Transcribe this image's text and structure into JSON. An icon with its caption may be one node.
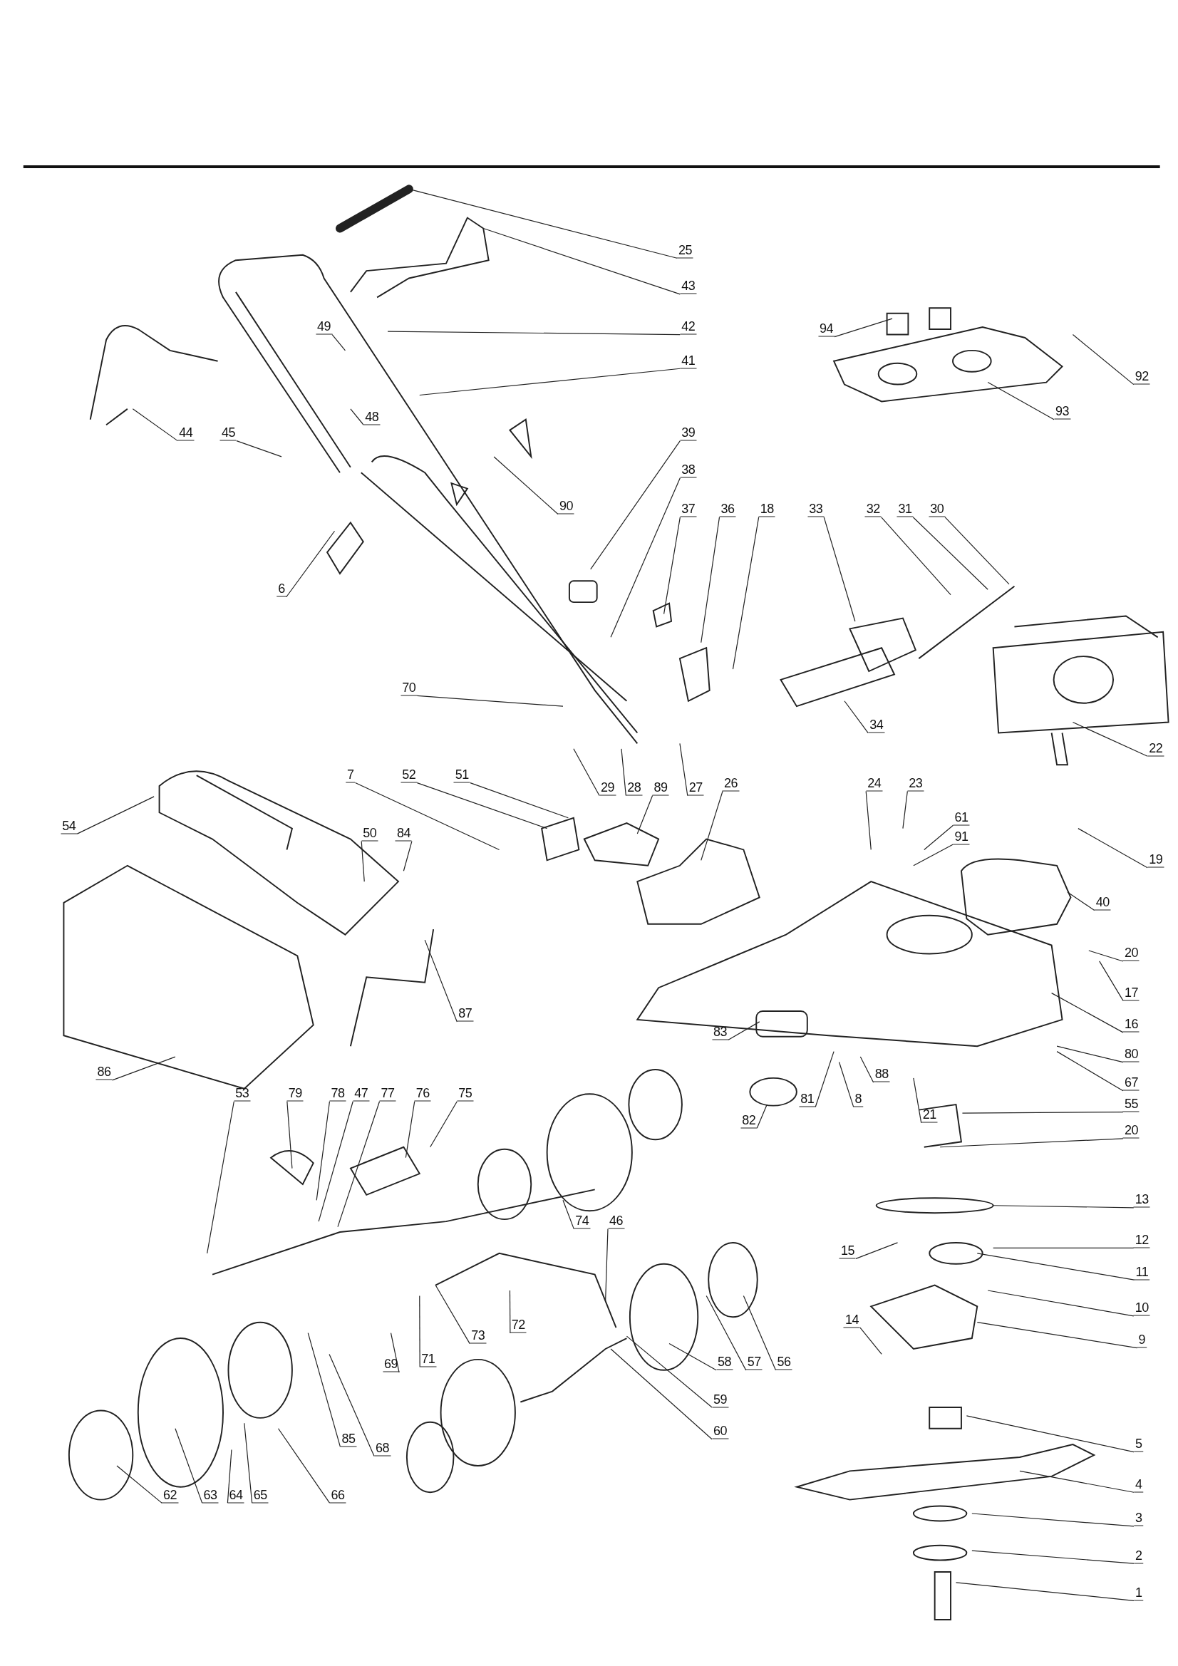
{
  "diagram": {
    "nodes": [
      {
        "text": [
          "25"
        ]
      },
      {
        "text": [
          "43"
        ]
      },
      {
        "text": [
          "94"
        ]
      },
      {
        "text": [
          "42"
        ]
      },
      {
        "text": [
          "49"
        ]
      },
      {
        "text": [
          "92"
        ]
      },
      {
        "text": [
          "41"
        ]
      },
      {
        "text": [
          "93"
        ]
      },
      {
        "text": [
          "48"
        ]
      },
      {
        "text": [
          "44"
        ]
      },
      {
        "text": [
          "45"
        ]
      },
      {
        "text": [
          "39"
        ]
      },
      {
        "text": [
          "38"
        ]
      },
      {
        "text": [
          "90"
        ]
      },
      {
        "text": [
          "37"
        ]
      },
      {
        "text": [
          "36"
        ]
      },
      {
        "text": [
          "18"
        ]
      },
      {
        "text": [
          "33"
        ]
      },
      {
        "text": [
          "32"
        ]
      },
      {
        "text": [
          "31"
        ]
      },
      {
        "text": [
          "30"
        ]
      },
      {
        "text": [
          "6"
        ]
      },
      {
        "text": [
          "70"
        ]
      },
      {
        "text": [
          "34"
        ]
      },
      {
        "text": [
          "22"
        ]
      },
      {
        "text": [
          "7"
        ]
      },
      {
        "text": [
          "52"
        ]
      },
      {
        "text": [
          "51"
        ]
      },
      {
        "text": [
          "29"
        ]
      },
      {
        "text": [
          "28"
        ]
      },
      {
        "text": [
          "89"
        ]
      },
      {
        "text": [
          "27"
        ]
      },
      {
        "text": [
          "26"
        ]
      },
      {
        "text": [
          "24"
        ]
      },
      {
        "text": [
          "23"
        ]
      },
      {
        "text": [
          "61"
        ]
      },
      {
        "text": [
          "54"
        ]
      },
      {
        "text": [
          "91"
        ]
      },
      {
        "text": [
          "50"
        ]
      },
      {
        "text": [
          "84"
        ]
      },
      {
        "text": [
          "19"
        ]
      },
      {
        "text": [
          "40"
        ]
      },
      {
        "text": [
          "20"
        ]
      },
      {
        "text": [
          "17"
        ]
      },
      {
        "text": [
          "87"
        ]
      },
      {
        "text": [
          "16"
        ]
      },
      {
        "text": [
          "83"
        ]
      },
      {
        "text": [
          "80"
        ]
      },
      {
        "text": [
          "86"
        ]
      },
      {
        "text": [
          "88"
        ]
      },
      {
        "text": [
          "67"
        ]
      },
      {
        "text": [
          "81"
        ]
      },
      {
        "text": [
          "8"
        ]
      },
      {
        "text": [
          "53"
        ]
      },
      {
        "text": [
          "79"
        ]
      },
      {
        "text": [
          "78"
        ]
      },
      {
        "text": [
          "47"
        ]
      },
      {
        "text": [
          "77"
        ]
      },
      {
        "text": [
          "76"
        ]
      },
      {
        "text": [
          "75"
        ]
      },
      {
        "text": [
          "55"
        ]
      },
      {
        "text": [
          "21"
        ]
      },
      {
        "text": [
          "82"
        ]
      },
      {
        "text": [
          "20"
        ]
      },
      {
        "text": [
          "13"
        ]
      },
      {
        "text": [
          "74"
        ]
      },
      {
        "text": [
          "46"
        ]
      },
      {
        "text": [
          "12"
        ]
      },
      {
        "text": [
          "15"
        ]
      },
      {
        "text": [
          "11"
        ]
      },
      {
        "text": [
          "10"
        ]
      },
      {
        "text": [
          "14"
        ]
      },
      {
        "text": [
          "72"
        ]
      },
      {
        "text": [
          "73"
        ]
      },
      {
        "text": [
          "9"
        ]
      },
      {
        "text": [
          "71"
        ]
      },
      {
        "text": [
          "58"
        ]
      },
      {
        "text": [
          "57"
        ]
      },
      {
        "text": [
          "56"
        ]
      },
      {
        "text": [
          "69"
        ]
      },
      {
        "text": [
          "59"
        ]
      },
      {
        "text": [
          "60"
        ]
      },
      {
        "text": [
          "85"
        ]
      },
      {
        "text": [
          "68"
        ]
      },
      {
        "text": [
          "5"
        ]
      },
      {
        "text": [
          "4"
        ]
      },
      {
        "text": [
          "62"
        ]
      },
      {
        "text": [
          "63"
        ]
      },
      {
        "text": [
          "64"
        ]
      },
      {
        "text": [
          "65"
        ]
      },
      {
        "text": [
          "66"
        ]
      },
      {
        "text": [
          "3"
        ]
      },
      {
        "text": [
          "2"
        ]
      },
      {
        "text": [
          "1"
        ]
      }
    ],
    "edges": [
      {
        "from": 0,
        "to": null,
        "arrow": "none"
      },
      {
        "from": 1,
        "to": null,
        "arrow": "none"
      },
      {
        "from": 2,
        "to": null,
        "arrow": "none"
      },
      {
        "from": 3,
        "to": null,
        "arrow": "none"
      },
      {
        "from": 4,
        "to": null,
        "arrow": "none"
      },
      {
        "from": 5,
        "to": null,
        "arrow": "none"
      },
      {
        "from": 6,
        "to": null,
        "arrow": "none"
      },
      {
        "from": 7,
        "to": null,
        "arrow": "none"
      },
      {
        "from": 8,
        "to": null,
        "arrow": "none"
      },
      {
        "from": 9,
        "to": null,
        "arrow": "none"
      },
      {
        "from": 10,
        "to": null,
        "arrow": "none"
      },
      {
        "from": 11,
        "to": null,
        "arrow": "none"
      },
      {
        "from": 12,
        "to": null,
        "arrow": "none"
      },
      {
        "from": 13,
        "to": null,
        "arrow": "none"
      },
      {
        "from": 14,
        "to": null,
        "arrow": "none"
      },
      {
        "from": 15,
        "to": null,
        "arrow": "none"
      },
      {
        "from": 16,
        "to": null,
        "arrow": "none"
      },
      {
        "from": 17,
        "to": null,
        "arrow": "none"
      },
      {
        "from": 18,
        "to": null,
        "arrow": "none"
      },
      {
        "from": 19,
        "to": null,
        "arrow": "none"
      },
      {
        "from": 20,
        "to": null,
        "arrow": "none"
      },
      {
        "from": 21,
        "to": null,
        "arrow": "none"
      },
      {
        "from": 22,
        "to": null,
        "arrow": "none"
      },
      {
        "from": 23,
        "to": null,
        "arrow": "none"
      },
      {
        "from": 24,
        "to": null,
        "arrow": "none"
      },
      {
        "from": 25,
        "to": null,
        "arrow": "none"
      },
      {
        "from": 26,
        "to": null,
        "arrow": "none"
      },
      {
        "from": 27,
        "to": null,
        "arrow": "none"
      },
      {
        "from": 28,
        "to": null,
        "arrow": "none"
      },
      {
        "from": 29,
        "to": null,
        "arrow": "none"
      },
      {
        "from": 30,
        "to": null,
        "arrow": "none"
      },
      {
        "from": 31,
        "to": null,
        "arrow": "none"
      },
      {
        "from": 32,
        "to": null,
        "arrow": "none"
      },
      {
        "from": 33,
        "to": null,
        "arrow": "none"
      },
      {
        "from": 34,
        "to": null,
        "arrow": "none"
      },
      {
        "from": 35,
        "to": null,
        "arrow": "none"
      },
      {
        "from": 36,
        "to": null,
        "arrow": "none"
      },
      {
        "from": 37,
        "to": null,
        "arrow": "none"
      },
      {
        "from": 38,
        "to": null,
        "arrow": "none"
      },
      {
        "from": 39,
        "to": null,
        "arrow": "none"
      },
      {
        "from": 40,
        "to": null,
        "arrow": "none"
      },
      {
        "from": 41,
        "to": null,
        "arrow": "none"
      },
      {
        "from": 42,
        "to": null,
        "arrow": "none"
      },
      {
        "from": 43,
        "to": null,
        "arrow": "none"
      },
      {
        "from": 44,
        "to": null,
        "arrow": "none"
      },
      {
        "from": 45,
        "to": null,
        "arrow": "none"
      },
      {
        "from": 46,
        "to": null,
        "arrow": "none"
      },
      {
        "from": 47,
        "to": null,
        "arrow": "none"
      },
      {
        "from": 48,
        "to": null,
        "arrow": "none"
      },
      {
        "from": 49,
        "to": null,
        "arrow": "none"
      },
      {
        "from": 50,
        "to": null,
        "arrow": "none"
      },
      {
        "from": 51,
        "to": null,
        "arrow": "none"
      },
      {
        "from": 52,
        "to": null,
        "arrow": "none"
      },
      {
        "from": 53,
        "to": null,
        "arrow": "none"
      },
      {
        "from": 54,
        "to": null,
        "arrow": "none"
      },
      {
        "from": 55,
        "to": null,
        "arrow": "none"
      },
      {
        "from": 56,
        "to": null,
        "arrow": "none"
      },
      {
        "from": 57,
        "to": null,
        "arrow": "none"
      },
      {
        "from": 58,
        "to": null,
        "arrow": "none"
      },
      {
        "from": 59,
        "to": null,
        "arrow": "none"
      },
      {
        "from": 60,
        "to": null,
        "arrow": "none"
      },
      {
        "from": 61,
        "to": null,
        "arrow": "none"
      },
      {
        "from": 62,
        "to": null,
        "arrow": "none"
      },
      {
        "from": 63,
        "to": null,
        "arrow": "none"
      },
      {
        "from": 64,
        "to": null,
        "arrow": "none"
      },
      {
        "from": 65,
        "to": null,
        "arrow": "none"
      },
      {
        "from": 66,
        "to": null,
        "arrow": "none"
      },
      {
        "from": 67,
        "to": null,
        "arrow": "none"
      },
      {
        "from": 68,
        "to": null,
        "arrow": "none"
      },
      {
        "from": 69,
        "to": null,
        "arrow": "none"
      },
      {
        "from": 70,
        "to": null,
        "arrow": "none"
      },
      {
        "from": 71,
        "to": null,
        "arrow": "none"
      },
      {
        "from": 72,
        "to": null,
        "arrow": "none"
      },
      {
        "from": 73,
        "to": null,
        "arrow": "none"
      },
      {
        "from": 74,
        "to": null,
        "arrow": "none"
      },
      {
        "from": 75,
        "to": null,
        "arrow": "none"
      },
      {
        "from": 76,
        "to": null,
        "arrow": "none"
      },
      {
        "from": 77,
        "to": null,
        "arrow": "none"
      },
      {
        "from": 78,
        "to": null,
        "arrow": "none"
      },
      {
        "from": 79,
        "to": null,
        "arrow": "none"
      },
      {
        "from": 80,
        "to": null,
        "arrow": "none"
      },
      {
        "from": 81,
        "to": null,
        "arrow": "none"
      },
      {
        "from": 82,
        "to": null,
        "arrow": "none"
      },
      {
        "from": 83,
        "to": null,
        "arrow": "none"
      },
      {
        "from": 84,
        "to": null,
        "arrow": "none"
      },
      {
        "from": 85,
        "to": null,
        "arrow": "none"
      },
      {
        "from": 86,
        "to": null,
        "arrow": "none"
      },
      {
        "from": 87,
        "to": null,
        "arrow": "none"
      },
      {
        "from": 88,
        "to": null,
        "arrow": "none"
      },
      {
        "from": 89,
        "to": null,
        "arrow": "none"
      },
      {
        "from": 90,
        "to": null,
        "arrow": "none"
      },
      {
        "from": 91,
        "to": null,
        "arrow": "none"
      },
      {
        "from": 92,
        "to": null,
        "arrow": "none"
      },
      {
        "from": 93,
        "to": null,
        "arrow": "none"
      }
    ]
  }
}
